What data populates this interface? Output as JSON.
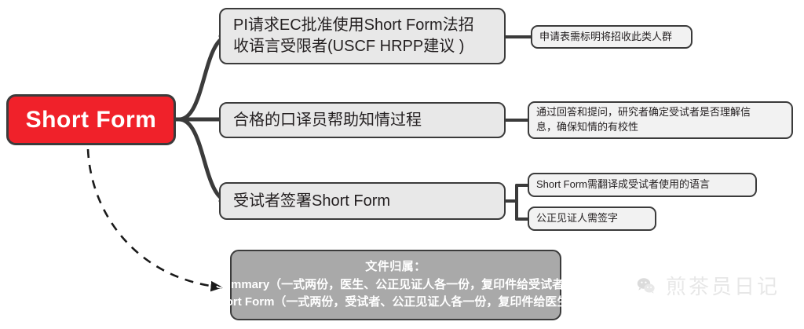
{
  "diagram": {
    "type": "mindmap",
    "title": "Short Form",
    "colors": {
      "root_fill": "#f0212a",
      "root_text": "#ffffff",
      "branch_fill": "#e8e8e8",
      "note_fill": "#f2f2f2",
      "summary_fill": "#a9a9a9",
      "stroke": "#3b3b3b"
    },
    "root": {
      "label": "Short Form"
    },
    "branches": [
      {
        "id": "branch-1",
        "label": "PI请求EC批准使用Short Form法招\n收语言受限者(USCF HRPP建议 )",
        "notes": [
          {
            "id": "note-1",
            "label": "申请表需标明将招收此类人群"
          }
        ]
      },
      {
        "id": "branch-2",
        "label": "合格的口译员帮助知情过程",
        "notes": [
          {
            "id": "note-2",
            "label": "通过回答和提问，研究者确定受试者是否理解信\n息，确保知情的有校性"
          }
        ]
      },
      {
        "id": "branch-3",
        "label": "受试者签署Short Form",
        "notes": [
          {
            "id": "note-3",
            "label": "Short Form需翻译成受试者使用的语言"
          },
          {
            "id": "note-4",
            "label": "公正见证人需签字"
          }
        ]
      }
    ],
    "summary": {
      "title": "文件归属：",
      "line_1": "Summary（一式两份，医生、公正见证人各一份，复印件给受试者）",
      "line_2": "Short Form（一式两份，受试者、公正见证人各一份，复印件给医生）"
    },
    "watermark": {
      "text": "煎茶员日记",
      "icon": "wechat-icon"
    }
  }
}
